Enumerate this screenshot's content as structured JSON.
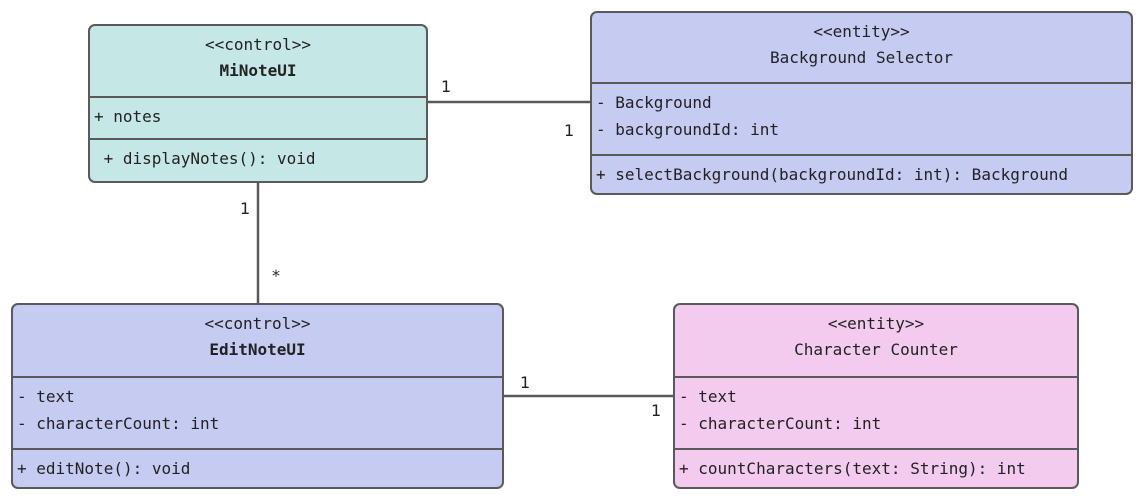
{
  "colors": {
    "control_teal": "#c5e7e6",
    "lavender": "#c5cbf1",
    "pink": "#f3cbee",
    "border": "#5a5a5a"
  },
  "classes": {
    "mi_note_ui": {
      "stereotype": "<<control>>",
      "name": "MiNoteUI",
      "attributes": [
        "+ notes"
      ],
      "operations": [
        " + displayNotes(): void"
      ]
    },
    "background_selector": {
      "stereotype": "<<entity>>",
      "name": "Background Selector",
      "attributes": [
        "- Background",
        "- backgroundId: int"
      ],
      "operations": [
        "+ selectBackground(backgroundId: int): Background"
      ]
    },
    "edit_note_ui": {
      "stereotype": "<<control>>",
      "name": "EditNoteUI",
      "attributes": [
        "- text",
        "- characterCount: int"
      ],
      "operations": [
        "+ editNote(): void"
      ]
    },
    "character_counter": {
      "stereotype": "<<entity>>",
      "name": "Character Counter",
      "attributes": [
        "- text",
        "- characterCount: int"
      ],
      "operations": [
        "+ countCharacters(text: String): int"
      ]
    }
  },
  "associations": {
    "minote_bgsel": {
      "source_mult": "1",
      "target_mult": "1"
    },
    "minote_editnote": {
      "source_mult": "1",
      "target_mult": "*"
    },
    "editnote_charcnt": {
      "source_mult": "1",
      "target_mult": "1"
    }
  }
}
